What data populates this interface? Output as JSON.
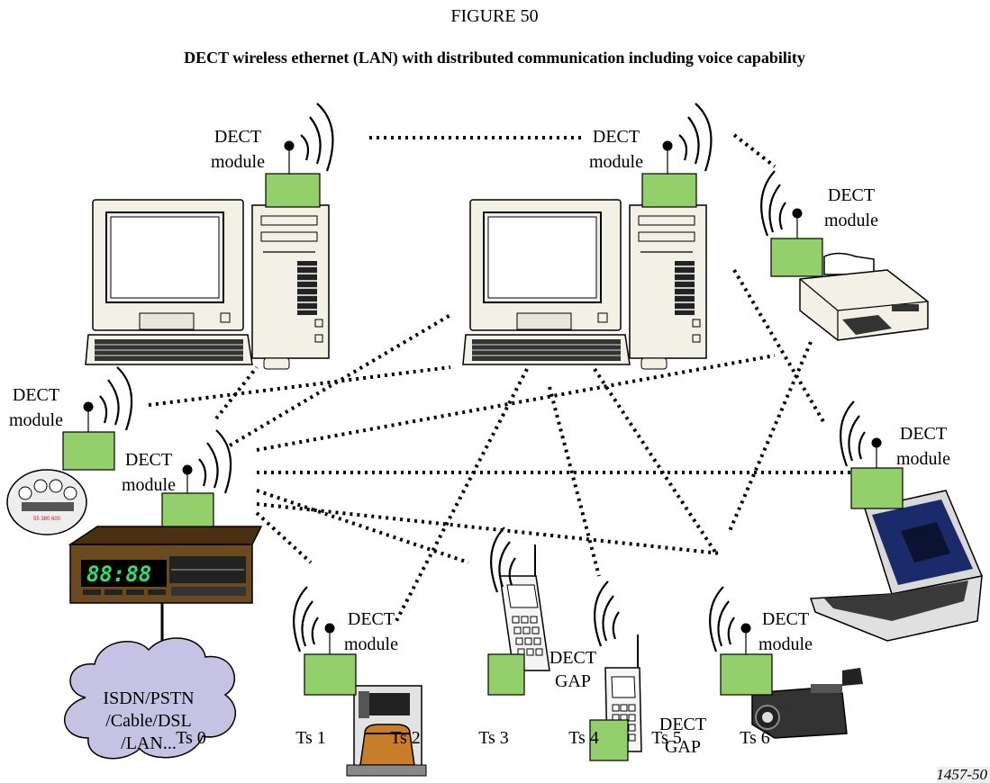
{
  "figure_number": "FIGURE 50",
  "figure_title": "DECT wireless ethernet (LAN) with distributed communication including voice capability",
  "labels": {
    "dect_module": [
      "DECT",
      "module"
    ],
    "dect_gap": [
      "DECT",
      "GAP"
    ],
    "cloud": [
      "ISDN/PSTN",
      "/Cable/DSL",
      "/LAN..."
    ]
  },
  "timeslots": [
    "Ts 0",
    "Ts 1",
    "Ts 2",
    "Ts 3",
    "Ts 4",
    "Ts 5",
    "Ts 6"
  ],
  "device_display": "88:88",
  "meter_number": "55 380 600",
  "corner_code": "1457-50",
  "colors": {
    "module_green": "#93cf6a",
    "cloud_fill": "#c6c2e3",
    "settop_brown": "#6b4a1f",
    "laptop_screen": "#1a2a6a"
  }
}
